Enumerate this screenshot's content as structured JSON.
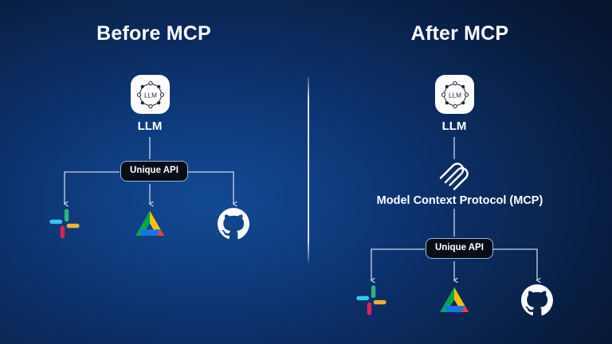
{
  "theme": {
    "background_center": "#134a93",
    "background_edge": "#040811",
    "line_color": "#c8d6ea",
    "text_color": "#ffffff",
    "api_box_fill": "#080d18",
    "api_box_border": "#9fb4d8"
  },
  "panels": {
    "before": {
      "title": "Before MCP",
      "llm": {
        "icon": "llm-network-icon",
        "badge_text": "LLM",
        "label": "LLM"
      },
      "api_box": {
        "label": "Unique API"
      },
      "services": [
        {
          "name": "Slack",
          "icon": "slack-icon"
        },
        {
          "name": "Google Drive",
          "icon": "google-drive-icon"
        },
        {
          "name": "GitHub",
          "icon": "github-icon"
        }
      ]
    },
    "after": {
      "title": "After MCP",
      "llm": {
        "icon": "llm-network-icon",
        "badge_text": "LLM",
        "label": "LLM"
      },
      "mcp": {
        "icon": "mcp-logo-icon",
        "label": "Model Context Protocol (MCP)"
      },
      "api_box": {
        "label": "Unique API"
      },
      "services": [
        {
          "name": "Slack",
          "icon": "slack-icon"
        },
        {
          "name": "Google Drive",
          "icon": "google-drive-icon"
        },
        {
          "name": "GitHub",
          "icon": "github-icon"
        }
      ]
    }
  },
  "brand_colors": {
    "slack_cyan": "#36C5F0",
    "slack_green": "#2EB67D",
    "slack_red": "#E01E5A",
    "slack_yellow": "#ECB22E",
    "drive_green": "#00A84F",
    "drive_yellow": "#FFC107",
    "drive_blue": "#1A73E8",
    "drive_red": "#EA4335",
    "github_white": "#ffffff"
  }
}
